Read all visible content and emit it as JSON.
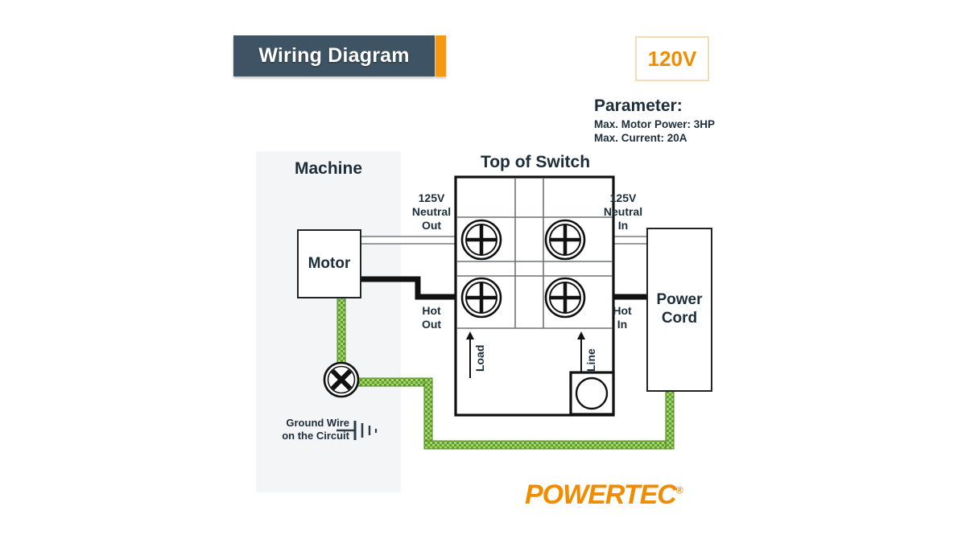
{
  "header": {
    "title": "Wiring Diagram",
    "voltage_badge": "120V",
    "accent_color": "#f59a10",
    "title_bar_color": "#3e5464"
  },
  "parameters": {
    "heading": "Parameter:",
    "max_motor_power": "Max. Motor Power: 3HP",
    "max_current": "Max. Current: 20A"
  },
  "diagram": {
    "machine_label": "Machine",
    "motor_label": "Motor",
    "switch_caption": "Top of Switch",
    "power_cord_label": "Power\nCord",
    "ground_label": "Ground Wire\non the Circuit",
    "terminals": {
      "neutral_out": "125V\nNeutral\nOut",
      "neutral_in": "125V\nNeutral\nIn",
      "hot_out": "Hot\nOut",
      "hot_in": "Hot\nIn"
    },
    "direction_labels": {
      "load": "Load",
      "line": "Line"
    },
    "wire_colors": {
      "hot": "#000000",
      "neutral": "#ffffff",
      "ground": "#7ab648",
      "machine_panel": "#f4f5f6"
    }
  },
  "branding": {
    "logo_text": "POWERTEC",
    "registered_mark": "®",
    "logo_color": "#f08c00"
  }
}
